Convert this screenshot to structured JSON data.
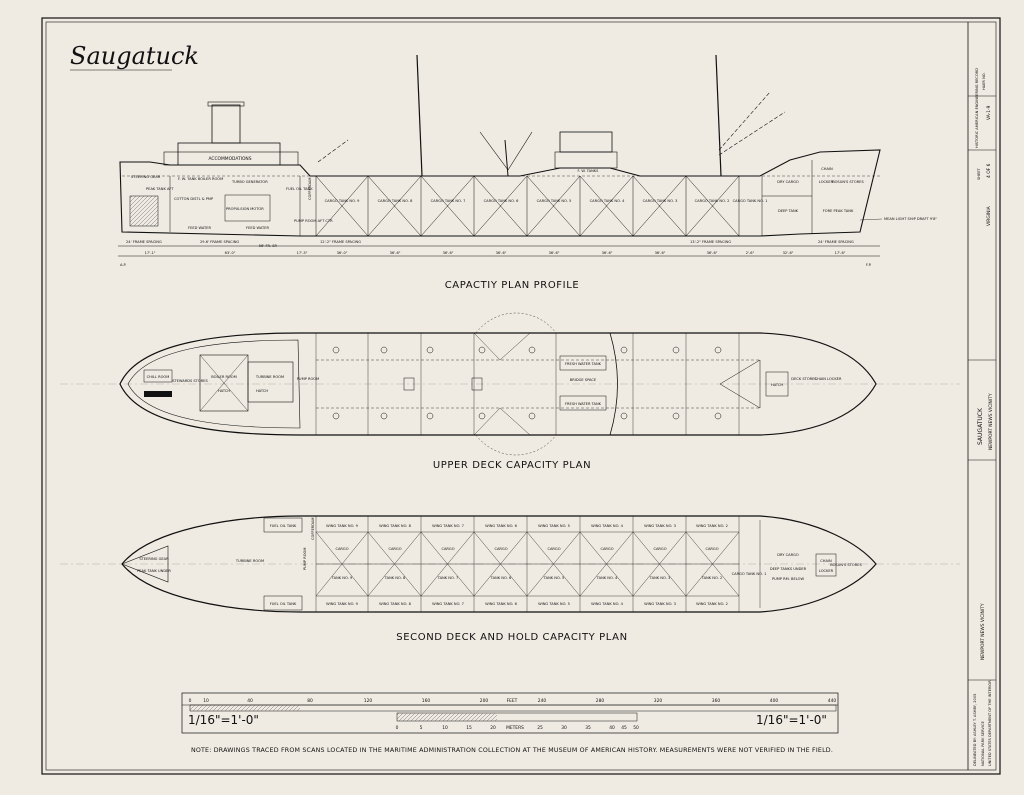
{
  "title": "Saugatuck",
  "profile": {
    "caption": "CAPACTIY PLAN PROFILE",
    "labels": {
      "accommodations": "ACCOMMODATIONS",
      "steering_gear": "STEERING GEAR",
      "peak_tank_aft": "PEAK TANK AFT",
      "fw_tank_boiler_room": "F. W. TANK BOILER ROOM",
      "turbo_generator": "TURBO GENERATOR",
      "fuel_oil_tank": "FUEL OIL TANK",
      "cotton_distl_pump": "COTTON DISTL & PMP",
      "propulsion_motor": "PROPULSION MOTOR",
      "feed_water_1": "FEED WATER",
      "feed_water_2": "FEED WATER",
      "pump_room_aft_ctr": "PUMP ROOM AFT CTR",
      "cofferdam": "COFFERDAM",
      "fw_tanks": "F. W. TANKS",
      "cargo_tanks": [
        "CARGO TANK NO. 9",
        "CARGO TANK NO. 8",
        "CARGO TANK NO. 7",
        "CARGO TANK NO. 6",
        "CARGO TANK NO. 5",
        "CARGO TANK NO. 4",
        "CARGO TANK NO. 3",
        "CARGO TANK NO. 2",
        "CARGO TANK NO. 1"
      ],
      "dry_cargo": "DRY CARGO",
      "deep_tank": "DEEP TANK",
      "chain": "CHAIN",
      "locker": "LOCKER",
      "bosuns_stores": "BOSUN'S STORES",
      "fore_peak_tank": "FORE PEAK TANK",
      "draft_note": "MEAN LIGHT SHIP DRAFT 9'8\"",
      "spacing": [
        "24' FRAME SPACING",
        "29.6' FRAME SPACING",
        "12'-2\" FRAME SPACING",
        "13'-2\" FRAME SPACING",
        "24' FRAME SPACING"
      ],
      "dims": [
        "17'-1\"",
        "63'-0\"",
        "56' FR. SP.",
        "17'-5\"",
        "36'-0\"",
        "36'-6\"",
        "36'-6\"",
        "36'-6\"",
        "36'-6\"",
        "36'-6\"",
        "36'-6\"",
        "36'-6\"",
        "32'-6\"",
        "2'-6\"",
        "17'-6\""
      ],
      "ap": "A.P.",
      "fp": "F.P."
    }
  },
  "upper_deck": {
    "caption": "UPPER DECK CAPACITY PLAN",
    "labels": {
      "chill_room": "CHILL ROOM",
      "stewards_stores": "STEWARDS STORES",
      "boiler_room": "BOILER ROOM",
      "turbine_room": "TURBINE ROOM",
      "hatch_1": "HATCH",
      "hatch_2": "HATCH",
      "pump_room": "PUMP ROOM",
      "fresh_water_tank_1": "FRESH WATER TANK",
      "fresh_water_tank_2": "FRESH WATER TANK",
      "bridge_space": "BRIDGE SPACE",
      "hatch_fwd": "HATCH",
      "deck_stores": "DECK STORES",
      "chain_locker": "CHAIN LOCKER"
    }
  },
  "second_deck": {
    "caption": "SECOND DECK AND HOLD CAPACITY PLAN",
    "labels": {
      "steering_gear": "STEERING GEAR",
      "peak_tank_under": "PEAK TANK UNDER",
      "turbine_room": "TURBINE ROOM",
      "fuel_oil_tank_1": "FUEL OIL TANK",
      "fuel_oil_tank_2": "FUEL OIL TANK",
      "pump_room": "PUMP ROOM",
      "cofferdam": "COFFERDAM",
      "wing_top": [
        "WING TANK NO. 9",
        "WING TANK NO. 8",
        "WING TANK NO. 7",
        "WING TANK NO. 6",
        "WING TANK NO. 5",
        "WING TANK NO. 4",
        "WING TANK NO. 3",
        "WING TANK NO. 2"
      ],
      "cargo": [
        "CARGO",
        "CARGO",
        "CARGO",
        "CARGO",
        "CARGO",
        "CARGO",
        "CARGO",
        "CARGO"
      ],
      "tank_center": [
        "TANK NO. 9",
        "TANK NO. 8",
        "TANK NO. 7",
        "TANK NO. 6",
        "TANK NO. 5",
        "TANK NO. 4",
        "TANK NO. 3",
        "TANK NO. 2"
      ],
      "wing_bottom": [
        "WING TANK NO. 9",
        "WING TANK NO. 8",
        "WING TANK NO. 7",
        "WING TANK NO. 6",
        "WING TANK NO. 5",
        "WING TANK NO. 4",
        "WING TANK NO. 3",
        "WING TANK NO. 2"
      ],
      "cargo_tank_no1": "CARGO TANK NO. 1",
      "dry_cargo": "DRY CARGO",
      "deep_tanks_under": "DEEP TANKS UNDER",
      "pump_rm_below": "PUMP RM. BELOW",
      "chain": "CHAIN",
      "locker": "LOCKER",
      "bosuns_stores": "BOSUN'S STORES"
    }
  },
  "scale": {
    "feet_ticks": [
      "0",
      "10",
      "40",
      "80",
      "120",
      "160",
      "200",
      "240",
      "280",
      "320",
      "360",
      "400",
      "440"
    ],
    "feet_label": "FEET",
    "meter_ticks": [
      "0",
      "5",
      "10",
      "15",
      "20",
      "25",
      "30",
      "35",
      "40",
      "45",
      "50"
    ],
    "meters_label": "METERS",
    "ratio_left": "1/16\"=1'-0\"",
    "ratio_right": "1/16\"=1'-0\""
  },
  "note": "NOTE: DRAWINGS TRACED FROM SCANS LOCATED IN THE MARITIME ADMINISTRATION COLLECTION AT THE MUSEUM OF AMERICAN HISTORY.   MEASUREMENTS WERE NOT VERIFIED IN THE FIELD.",
  "title_block": {
    "main": "SAUGATUCK",
    "sub": "NEWPORT NEWS VICINITY",
    "location": "NEWPORT NEWS VICINITY",
    "state": "VIRGINIA",
    "survey_no": "VA-1-9",
    "sheet": "SHEET",
    "sheet_no": "4 OF 6",
    "agency": "HISTORIC AMERICAN ENGINEERING RECORD",
    "delineated": "DELINEATED BY: ASHLEY T. ASHBY, 2005",
    "nps": "NATIONAL PARK SERVICE",
    "dept": "UNITED STATES DEPARTMENT OF THE INTERIOR",
    "corner": "HAER NO."
  }
}
